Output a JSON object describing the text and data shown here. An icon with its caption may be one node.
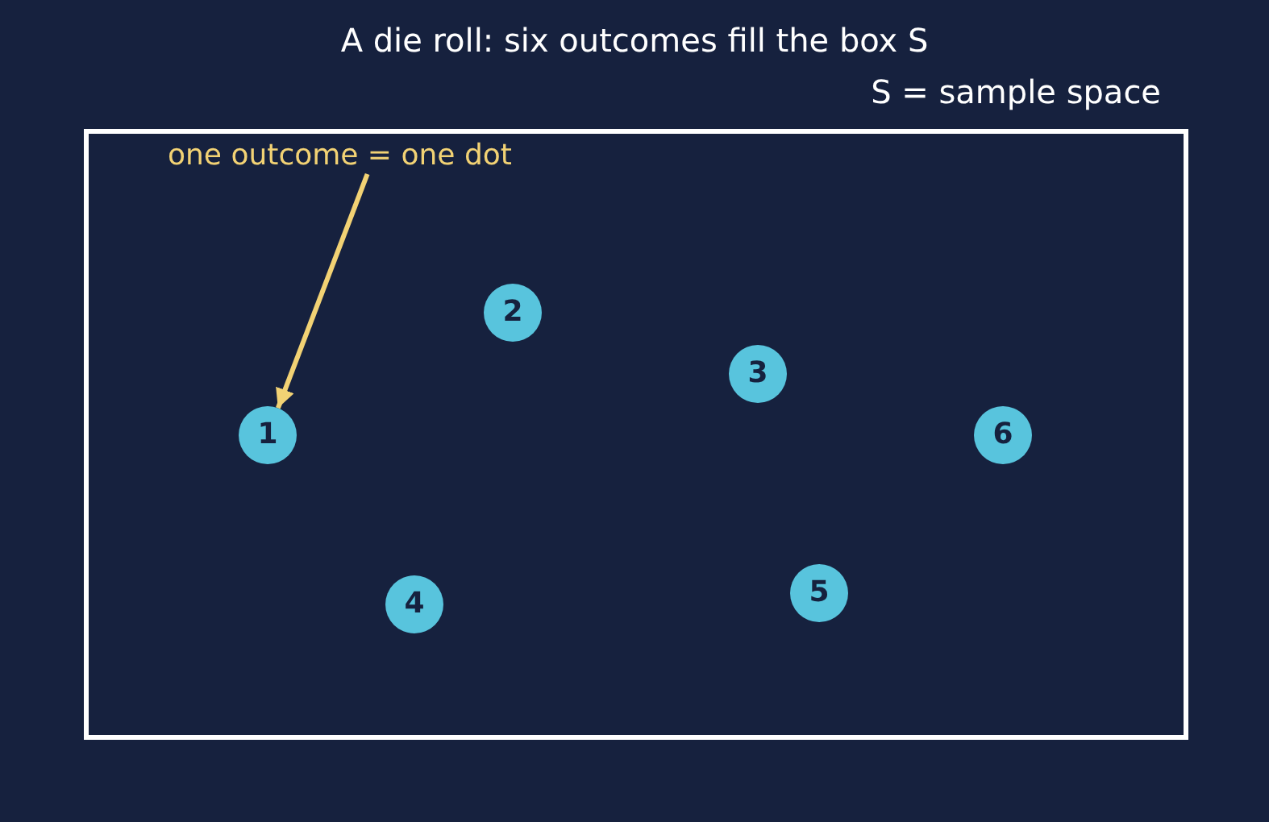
{
  "diagram": {
    "title": "A die roll: six outcomes fill the box S",
    "nodes": [
      {
        "text": [
          "S = sample space"
        ]
      },
      {
        "text": [
          "1"
        ],
        "in": 0
      },
      {
        "text": [
          "2"
        ],
        "in": 0
      },
      {
        "text": [
          "3"
        ],
        "in": 0
      },
      {
        "text": [
          "4"
        ],
        "in": 0
      },
      {
        "text": [
          "5"
        ],
        "in": 0
      },
      {
        "text": [
          "6"
        ],
        "in": 0
      },
      {
        "text": [
          "one outcome = one dot"
        ],
        "in": 0
      }
    ],
    "edges": [
      {
        "from": 7,
        "to": 1,
        "arrow": "to"
      }
    ]
  }
}
